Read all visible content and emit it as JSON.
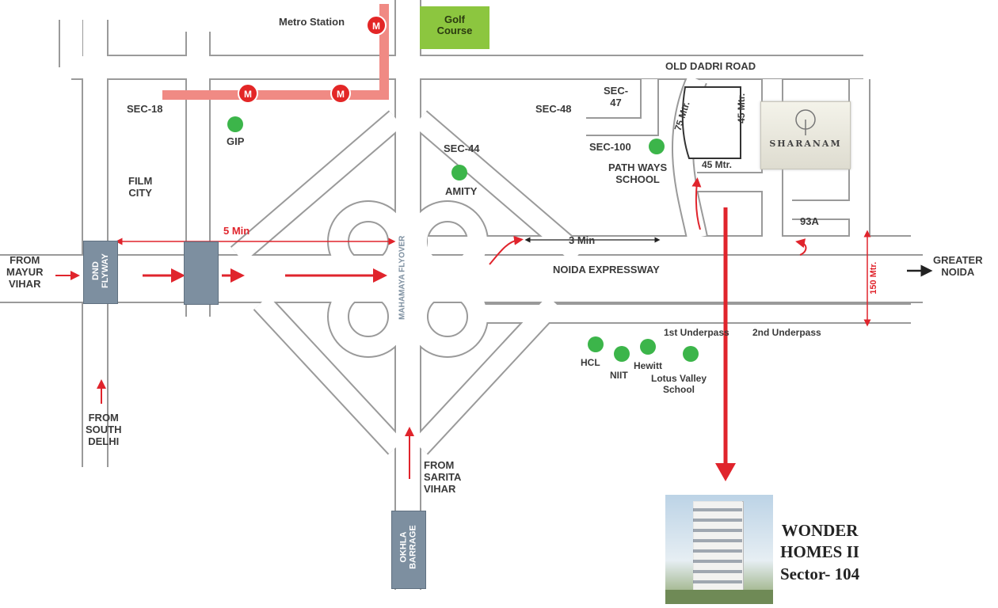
{
  "colors": {
    "road_outline": "#9a9a9a",
    "metro": "#f08a84",
    "metro_station": "#e32626",
    "arrow": "#e0242c",
    "poi": "#3cb54a",
    "golf": "#8cc63f",
    "box": "#7d8fa0"
  },
  "labels": {
    "metro_station": "Metro Station",
    "metro_symbol": "M",
    "golf_course": "Golf Course",
    "old_dadri_road": "OLD DADRI ROAD",
    "sec47": "SEC-\n47",
    "sec48": "SEC-48",
    "sec18": "SEC-18",
    "sec44": "SEC-44",
    "sec100": "SEC-100",
    "gip": "GIP",
    "amity": "AMITY",
    "pathways": "PATH WAYS\nSCHOOL",
    "film_city": "FILM\nCITY",
    "road_75": "75 Mtr.",
    "road_45_v": "45 Mtr.",
    "road_45_h": "45 Mtr.",
    "sharanam": "SHARANAM",
    "sec93a": "93A",
    "five_min": "5 Min",
    "three_min": "3 Min",
    "from_mayur_vihar": "FROM\nMAYUR\nVIHAR",
    "dnd_flyway": "DND\nFLYWAY",
    "mahamaya_flyover": "MAHAMAYA FLYOVER",
    "noida_expressway": "NOIDA EXPRESSWAY",
    "greater_noida": "GREATER\nNOIDA",
    "road_150": "150 Mtr.",
    "underpass1": "1st Underpass",
    "underpass2": "2nd Underpass",
    "hcl": "HCL",
    "niit": "NIIT",
    "hewitt": "Hewitt",
    "lotus_valley": "Lotus Valley\nSchool",
    "from_south_delhi": "FROM\nSOUTH\nDELHI",
    "from_sarita_vihar": "FROM\nSARITA\nVIHAR",
    "okhla_barrage": "OKHLA\nBARRAGE",
    "wonder_homes": "WONDER\nHOMES II\nSector- 104"
  }
}
